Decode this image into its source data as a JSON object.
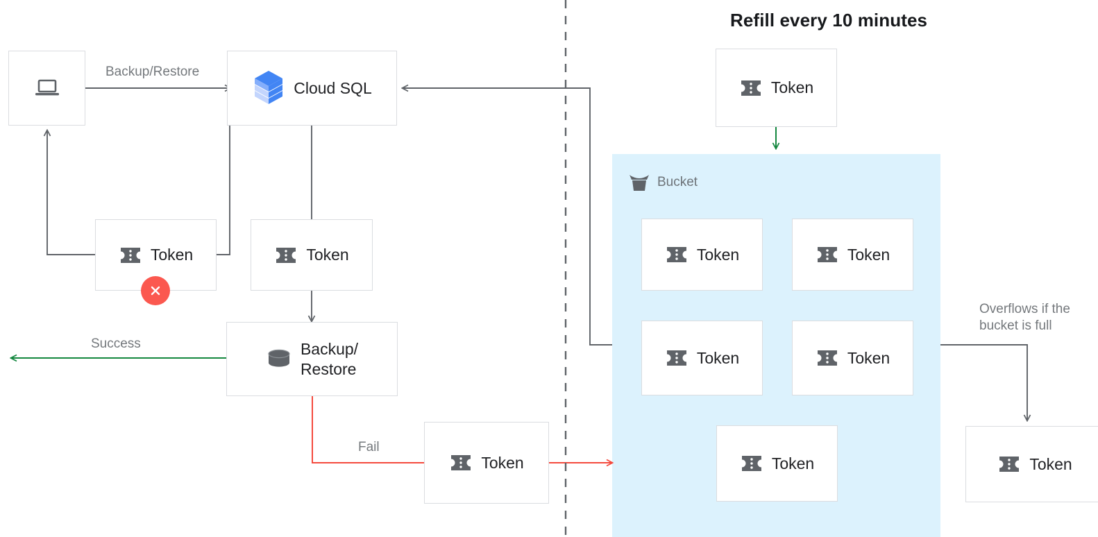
{
  "headline": "Refill every 10 minutes",
  "colors": {
    "box_border": "#dadce0",
    "bucket_fill": "#dcf2fd",
    "wire_gray": "#5f6368",
    "wire_green": "#14873f",
    "wire_red": "#f4493d",
    "token_gray": "#5f6368",
    "label_gray": "#74787c",
    "fail_badge": "#fb584f",
    "cloudsql_blue_dark": "#4285f4",
    "cloudsql_blue_mid": "#84aefb",
    "cloudsql_blue_light": "#c3d5fd"
  },
  "nodes": {
    "client": {
      "label": "",
      "icon": "laptop-icon"
    },
    "cloud_sql": {
      "label": "Cloud SQL",
      "icon": "cloud-sql-icon"
    },
    "token_rejected": {
      "label": "Token",
      "icon": "token-icon",
      "badge": "x-mark"
    },
    "token_consumed": {
      "label": "Token",
      "icon": "token-icon"
    },
    "backup_restore": {
      "label": "Backup/\nRestore",
      "icon": "database-icon"
    },
    "token_returned": {
      "label": "Token",
      "icon": "token-icon"
    },
    "token_refill": {
      "label": "Token",
      "icon": "token-icon"
    },
    "token_overflow": {
      "label": "Token",
      "icon": "token-icon"
    }
  },
  "bucket": {
    "title": "Bucket",
    "icon": "bucket-icon",
    "tokens": [
      {
        "label": "Token",
        "icon": "token-icon"
      },
      {
        "label": "Token",
        "icon": "token-icon"
      },
      {
        "label": "Token",
        "icon": "token-icon"
      },
      {
        "label": "Token",
        "icon": "token-icon"
      },
      {
        "label": "Token",
        "icon": "token-icon"
      }
    ]
  },
  "edges": {
    "backup_restore_label": "Backup/Restore",
    "success_label": "Success",
    "fail_label": "Fail",
    "overflow_label": "Overflows if the\nbucket is full"
  }
}
